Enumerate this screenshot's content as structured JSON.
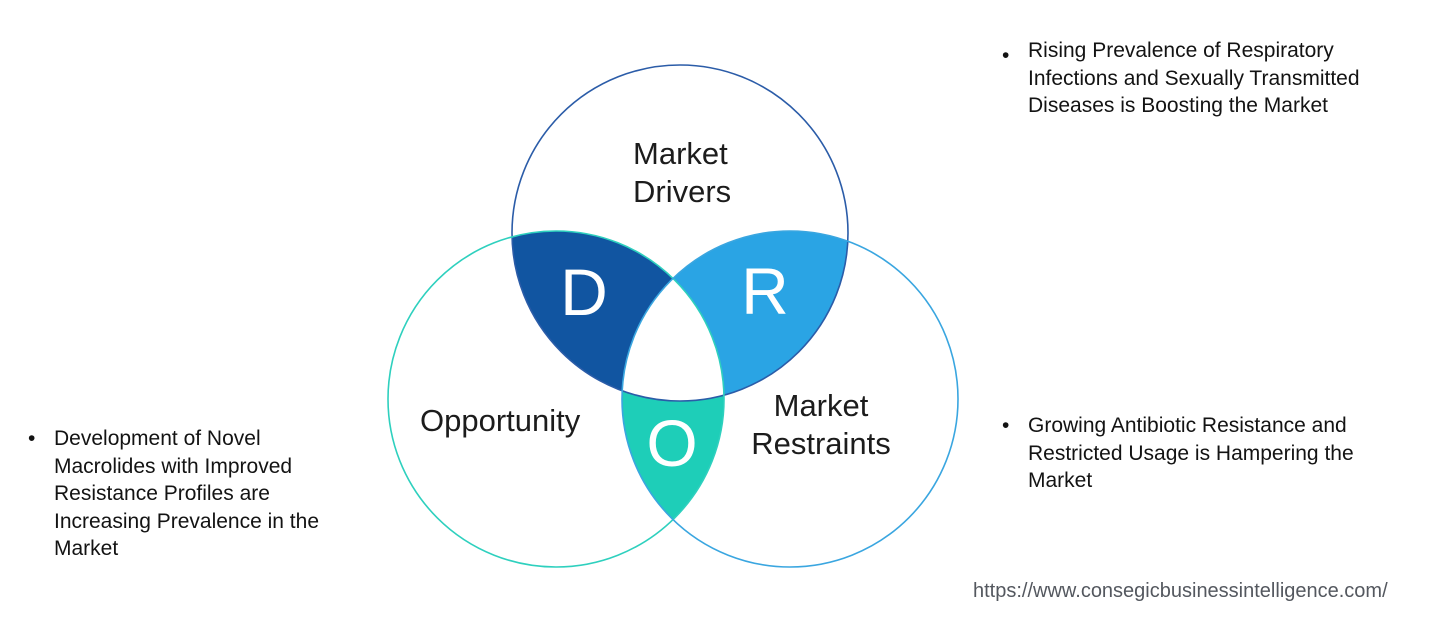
{
  "diagram": {
    "colors": {
      "drivers_overlap": "#1155A1",
      "restraints_overlap": "#2AA4E4",
      "opportunity_overlap": "#1ECEB8",
      "drivers_outline": "#2B5CA8",
      "opportunity_outline": "#2ED0BE",
      "restraints_outline": "#3AA6E0"
    },
    "drivers": {
      "label": "Market\nDrivers",
      "letter": "D"
    },
    "opportunity": {
      "label": "Opportunity",
      "letter": "O"
    },
    "restraints": {
      "label": "Market\nRestraints",
      "letter": "R"
    }
  },
  "bullets": {
    "marker": "•",
    "drivers": "Rising Prevalence of Respiratory\nInfections and Sexually Transmitted\nDiseases is Boosting the Market",
    "restraints": "Growing Antibiotic Resistance and\nRestricted Usage is Hampering the\nMarket",
    "opportunity": "Development of Novel\nMacrolides with Improved\nResistance Profiles are\nIncreasing Prevalence in the\nMarket"
  },
  "footer": {
    "url": "https://www.consegicbusinessintelligence.com/"
  }
}
